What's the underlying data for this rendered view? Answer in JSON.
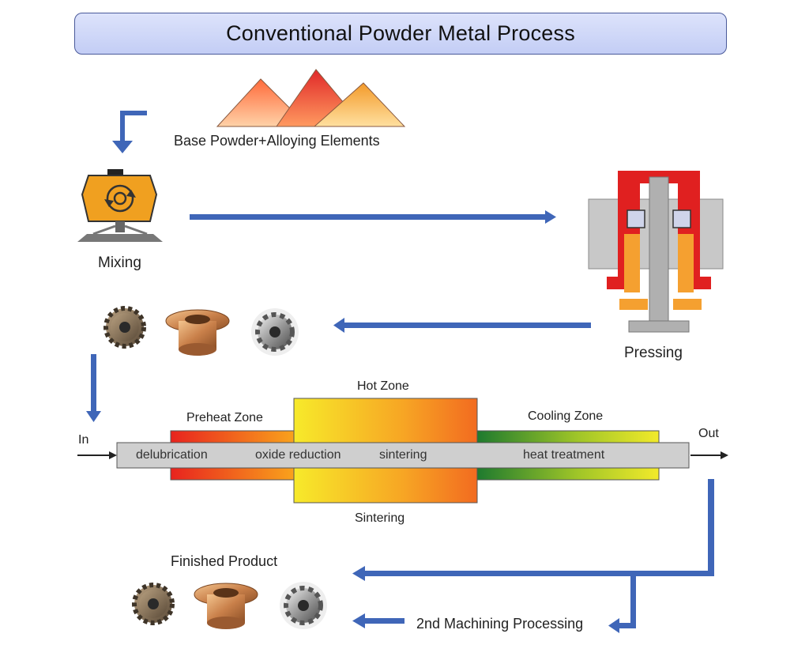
{
  "title": "Conventional Powder Metal Process",
  "steps": {
    "powder": "Base Powder+Alloying Elements",
    "mixing": "Mixing",
    "pressing": "Pressing",
    "finished": "Finished Product",
    "machining": "2nd Machining Processing"
  },
  "furnace": {
    "in": "In",
    "out": "Out",
    "zones": {
      "preheat": "Preheat Zone",
      "hot": "Hot Zone",
      "cooling": "Cooling Zone",
      "sintering": "Sintering"
    },
    "stages": [
      "delubrication",
      "oxide reduction",
      "sintering",
      "heat treatment"
    ]
  },
  "colors": {
    "arrow": "#3f66b8",
    "mixer": "#f0a020",
    "press_red": "#e02020",
    "press_orange": "#f5a030",
    "press_gray": "#c8c8c8"
  }
}
